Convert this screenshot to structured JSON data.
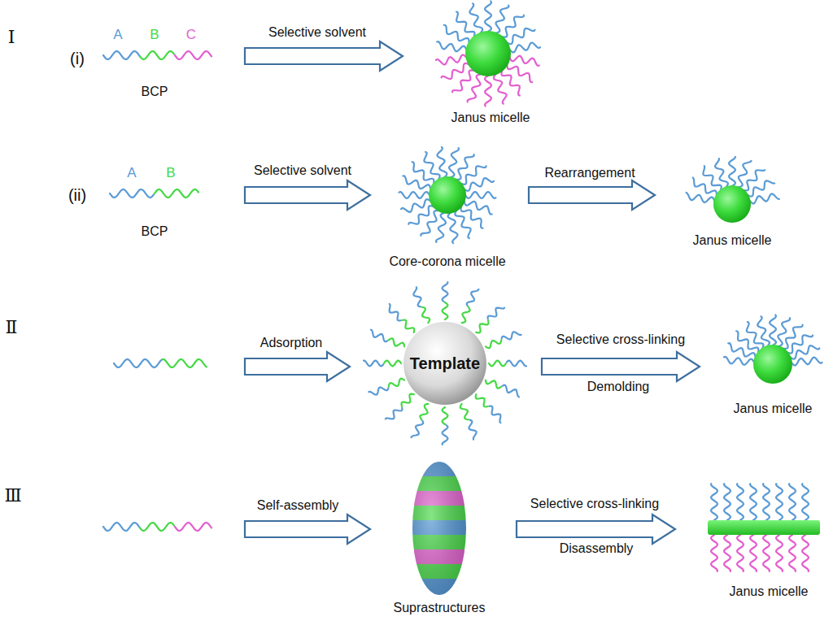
{
  "diagram": {
    "nodes": [
      {
        "text": [
          "Template"
        ]
      }
    ],
    "labels": [
      "Ⅰ",
      "A",
      "B",
      "C",
      "(i)",
      "Selective solvent",
      "BCP",
      "Janus micelle",
      "A",
      "B",
      "Selective solvent",
      "Rearrangement",
      "(ii)",
      "BCP",
      "Core-corona micelle",
      "Janus micelle",
      "Ⅱ",
      "Adsorption",
      "Selective cross-linking",
      "Demolding",
      "Janus micelle",
      "Ⅲ",
      "Self-assembly",
      "Selective cross-linking",
      "Disassembly",
      "Janus micelle",
      "Suprastructures"
    ]
  }
}
